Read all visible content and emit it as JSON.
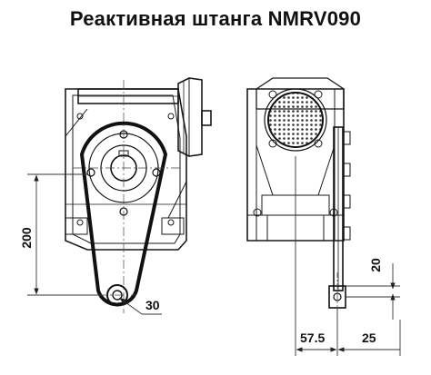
{
  "title": "Реактивная штанга NMRV090",
  "dimensions": {
    "height_200": "200",
    "hole_30": "30",
    "thickness_20": "20",
    "offset_57_5": "57.5",
    "offset_25": "25"
  },
  "colors": {
    "line": "#1a1a1a",
    "dim": "#333333",
    "hatch": "#555555"
  }
}
